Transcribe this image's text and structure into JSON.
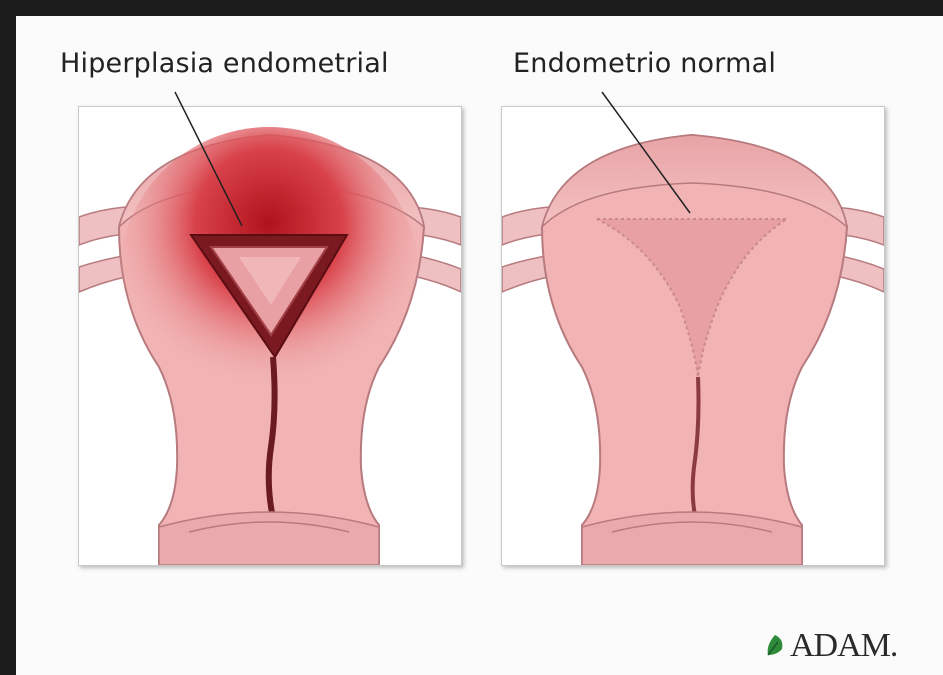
{
  "labels": {
    "left": "Hiperplasia endometrial",
    "right": "Endometrio normal"
  },
  "logo": {
    "text": "ADAM.",
    "icon": "leaf-icon"
  },
  "colors": {
    "tissue": "#f1b3b3",
    "tissue_dark": "#e49a9a",
    "hyperplasia": "#c8242c",
    "cavity": "#e8a0a4",
    "logo_leaf": "#2e8b3a"
  }
}
